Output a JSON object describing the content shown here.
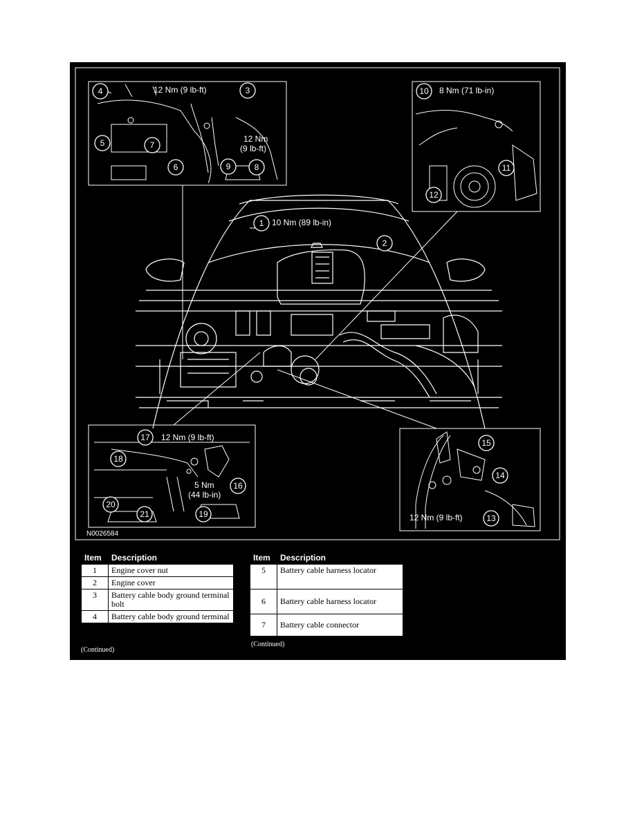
{
  "figure": {
    "id": "N0026584",
    "callouts": [
      {
        "n": "1",
        "torque": "10 Nm (89 lb-in)"
      },
      {
        "n": "2"
      },
      {
        "n": "3",
        "torque": "12 Nm (9 lb-ft)"
      },
      {
        "n": "4"
      },
      {
        "n": "5"
      },
      {
        "n": "6"
      },
      {
        "n": "7"
      },
      {
        "n": "8",
        "torque_line1": "12 Nm",
        "torque_line2": "(9 lb-ft)"
      },
      {
        "n": "9"
      },
      {
        "n": "10",
        "torque": "8 Nm (71 lb-in)"
      },
      {
        "n": "11"
      },
      {
        "n": "12"
      },
      {
        "n": "13",
        "torque": "12 Nm (9 lb-ft)"
      },
      {
        "n": "14"
      },
      {
        "n": "15"
      },
      {
        "n": "16"
      },
      {
        "n": "17",
        "torque": "12 Nm (9 lb-ft)"
      },
      {
        "n": "18"
      },
      {
        "n": "19",
        "torque_line1": "5 Nm",
        "torque_line2": "(44 lb-in)"
      },
      {
        "n": "20"
      },
      {
        "n": "21"
      }
    ]
  },
  "table_left": {
    "headers": [
      "Item",
      "Description"
    ],
    "rows": [
      {
        "item": "1",
        "desc": "Engine cover nut"
      },
      {
        "item": "2",
        "desc": "Engine cover"
      },
      {
        "item": "3",
        "desc": "Battery cable body ground terminal bolt"
      },
      {
        "item": "4",
        "desc": "Battery cable body ground terminal"
      }
    ],
    "continued": "(Continued)"
  },
  "table_right": {
    "headers": [
      "Item",
      "Description"
    ],
    "rows": [
      {
        "item": "5",
        "desc": "Battery cable harness locator"
      },
      {
        "item": "6",
        "desc": "Battery cable harness locator"
      },
      {
        "item": "7",
        "desc": "Battery cable connector"
      }
    ],
    "continued": "(Continued)"
  }
}
